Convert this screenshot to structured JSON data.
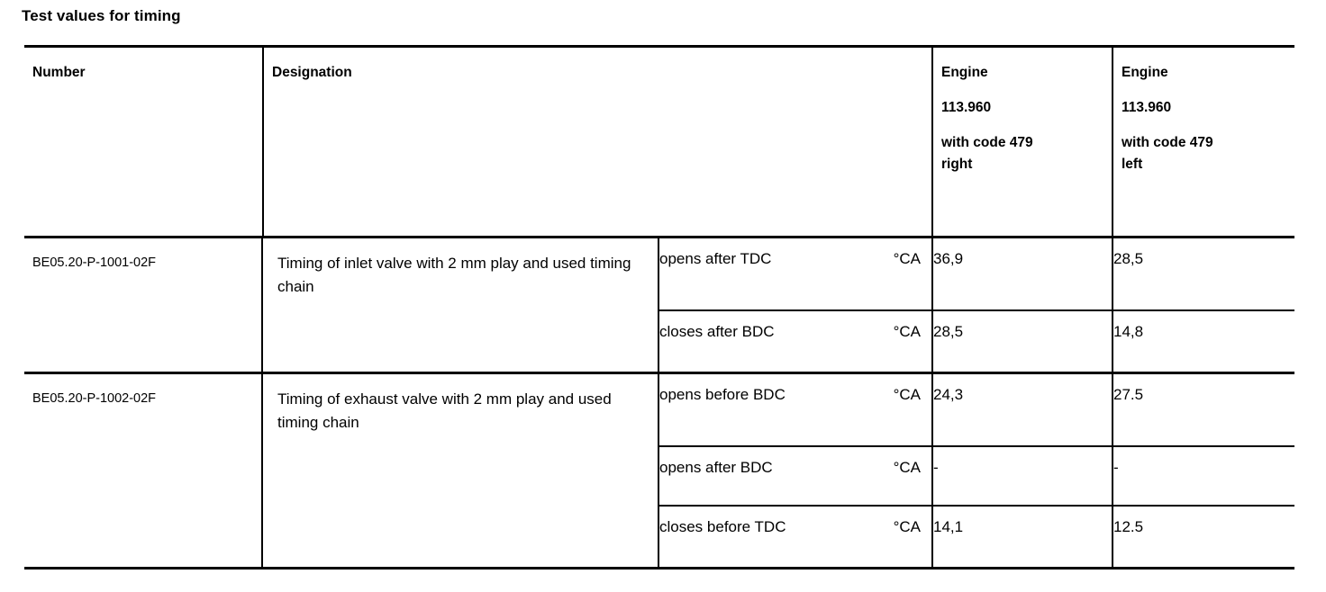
{
  "document": {
    "title": "Test values for timing"
  },
  "table": {
    "columns": [
      {
        "key": "number",
        "header": "Number"
      },
      {
        "key": "designation",
        "header": "Designation"
      },
      {
        "key": "engine_right",
        "header_lines": [
          "Engine",
          "113.960",
          "with code 479",
          "right"
        ]
      },
      {
        "key": "engine_left",
        "header_lines": [
          "Engine",
          "113.960",
          "with code 479",
          "left"
        ]
      }
    ],
    "rows": [
      {
        "number": "BE05.20-P-1001-02F",
        "designation": "Timing of inlet valve with 2 mm play and used timing chain",
        "measurements": [
          {
            "label": "opens after TDC",
            "unit": "°CA",
            "engine_right": "36,9",
            "engine_left": "28,5"
          },
          {
            "label": "closes after BDC",
            "unit": "°CA",
            "engine_right": "28,5",
            "engine_left": "14,8"
          }
        ]
      },
      {
        "number": "BE05.20-P-1002-02F",
        "designation": "Timing of exhaust valve with 2 mm play and used timing chain",
        "measurements": [
          {
            "label": "opens before BDC",
            "unit": "°CA",
            "engine_right": "24,3",
            "engine_left": "27.5"
          },
          {
            "label": "opens after BDC",
            "unit": "°CA",
            "engine_right": "-",
            "engine_left": "-"
          },
          {
            "label": "closes before TDC",
            "unit": "°CA",
            "engine_right": "14,1",
            "engine_left": "12.5"
          }
        ]
      }
    ]
  }
}
